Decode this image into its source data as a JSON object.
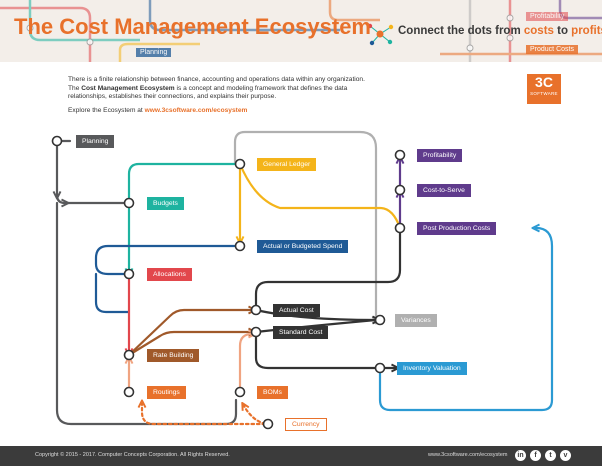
{
  "header": {
    "title": "The Cost Management Ecosystem",
    "tagline_pre": "Connect the dots from ",
    "tagline_costs": "costs",
    "tagline_mid": " to ",
    "tagline_profits": "profits",
    "tagline_end": ".",
    "bg_labels": {
      "planning": "Planning",
      "profitability": "Profitability",
      "product_costs": "Product Costs"
    }
  },
  "intro": {
    "line1": "There is a finite relationship between finance, accounting and operations data within any organization. The ",
    "bold": "Cost Management Ecosystem",
    "line2": " is a concept and modeling framework that defines the data relationships, establishes their connections, and explains their purpose.",
    "explore": "Explore the Ecosystem at ",
    "url": "www.3csoftware.com/ecosystem"
  },
  "logo": {
    "big": "3C",
    "small": "SOFTWARE"
  },
  "nodes": {
    "planning": "Planning",
    "general_ledger": "General Ledger",
    "budgets": "Budgets",
    "actual_or_budgeted_spend": "Actual or Budgeted Spend",
    "allocations": "Allocations",
    "actual_cost": "Actual Cost",
    "standard_cost": "Standard Cost",
    "variances": "Variances",
    "rate_building": "Rate Building",
    "inventory_valuation": "Inventory Valuation",
    "routings": "Routings",
    "boms": "BOMs",
    "currency": "Currency",
    "profitability": "Profitability",
    "cost_to_serve": "Cost-to-Serve",
    "post_production_costs": "Post Production Costs"
  },
  "colors": {
    "orange": "#e8712b",
    "dark_gray": "#58595b",
    "teal": "#1eb3a0",
    "yellow": "#f4b41a",
    "navy": "#1f5a96",
    "red": "#e2474c",
    "brown": "#a0592a",
    "charcoal": "#333333",
    "light_gray": "#b0b0b0",
    "blue": "#2b9ad3",
    "peach": "#f0a481",
    "purple": "#5f3b8c"
  },
  "footer": {
    "copyright": "Copyright © 2015 - 2017. Computer Concepts Corporation. All Rights Reserved.",
    "url": "www.3csoftware.com/ecosystem",
    "social": [
      "in",
      "f",
      "t",
      "v"
    ]
  }
}
